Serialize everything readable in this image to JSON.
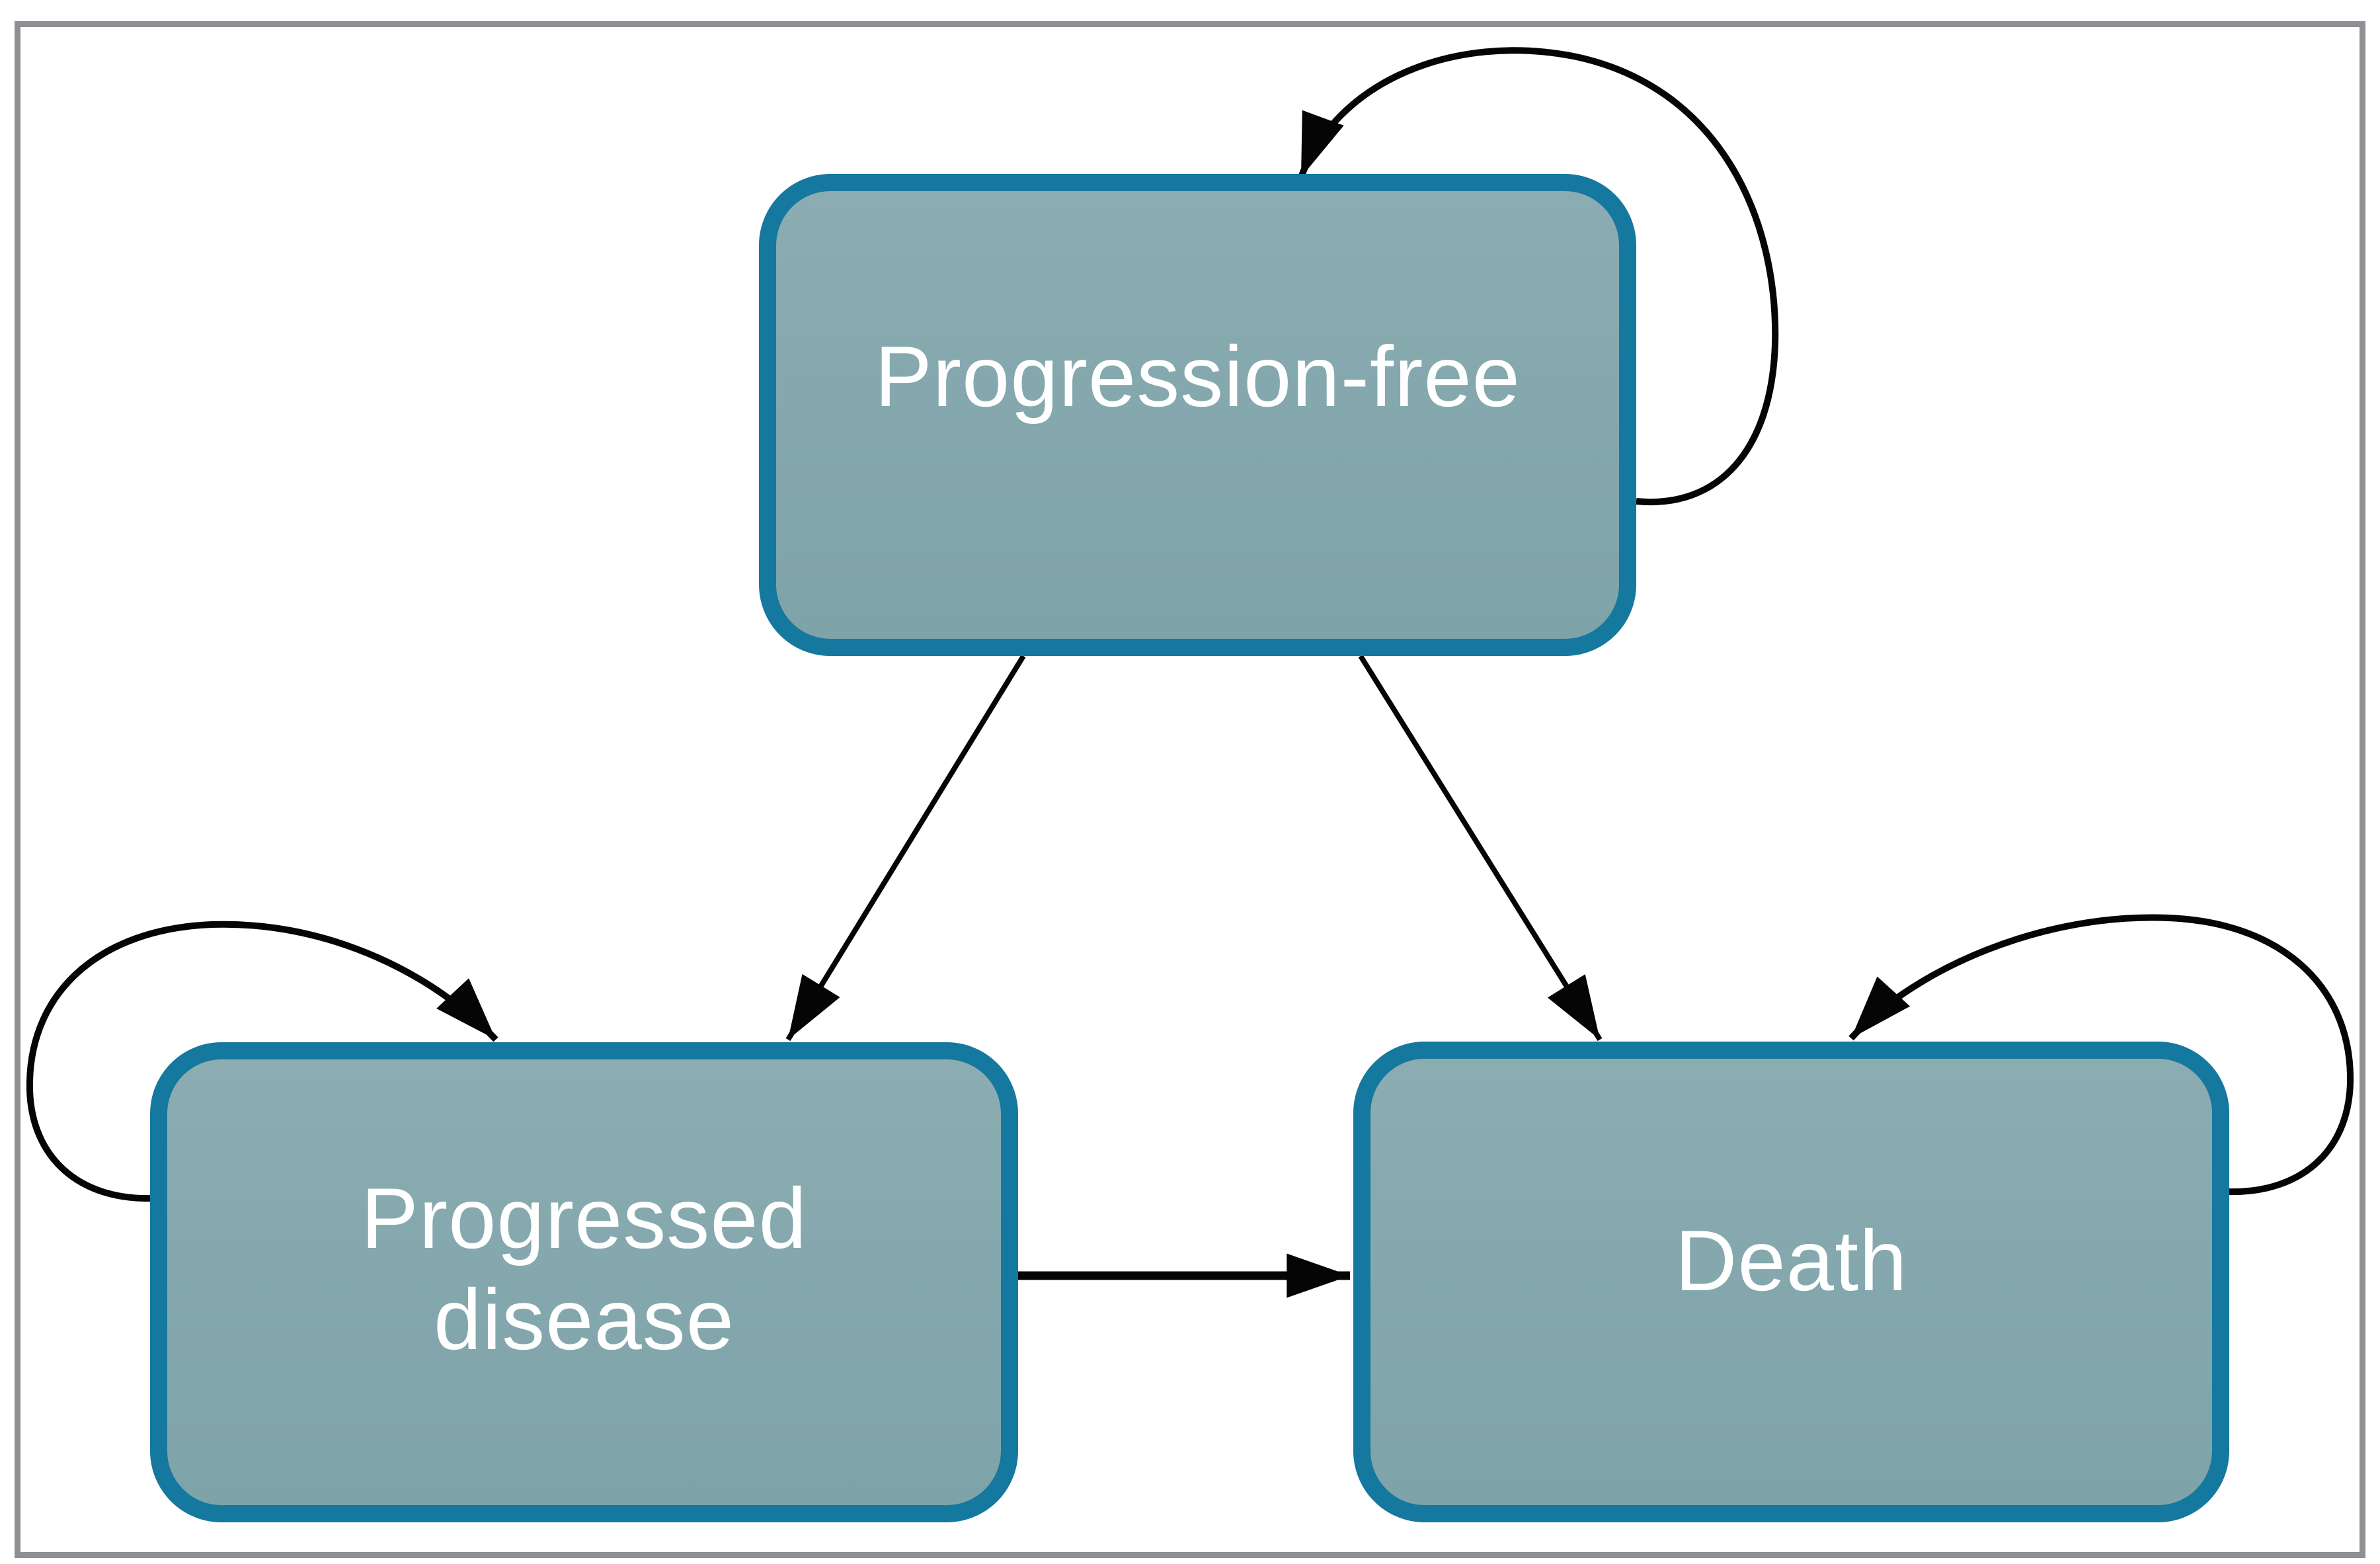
{
  "diagram": {
    "kind": "state-transition-model",
    "states": [
      {
        "id": "progression_free",
        "label": "Progression-free",
        "has_self_loop": true
      },
      {
        "id": "progressed_disease",
        "label": "Progressed\ndisease",
        "has_self_loop": true
      },
      {
        "id": "death",
        "label": "Death",
        "has_self_loop": true
      }
    ],
    "transitions": [
      {
        "from": "progression_free",
        "to": "progression_free",
        "style": "self-loop"
      },
      {
        "from": "progression_free",
        "to": "progressed_disease",
        "style": "straight"
      },
      {
        "from": "progression_free",
        "to": "death",
        "style": "straight"
      },
      {
        "from": "progressed_disease",
        "to": "progressed_disease",
        "style": "self-loop"
      },
      {
        "from": "progressed_disease",
        "to": "death",
        "style": "straight"
      },
      {
        "from": "death",
        "to": "death",
        "style": "self-loop"
      }
    ],
    "colors": {
      "state_fill": "#84a8ad",
      "state_border": "#15789e",
      "label_text": "#ffffff",
      "arrow": "#050505",
      "frame": "#8f9094",
      "background": "#ffffff"
    }
  }
}
